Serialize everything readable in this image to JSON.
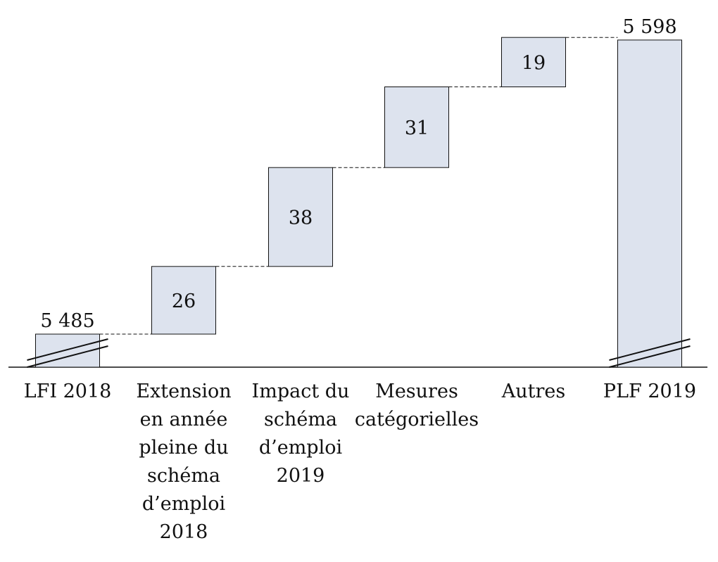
{
  "chart_data": {
    "type": "waterfall",
    "title": "",
    "categories": [
      "LFI 2018",
      "Extension en année pleine du schéma d’emploi 2018",
      "Impact du schéma d’emploi 2019",
      "Mesures catégorielles",
      "Autres",
      "PLF 2019"
    ],
    "category_lines": [
      [
        "LFI 2018"
      ],
      [
        "Extension",
        "en année",
        "pleine du",
        "schéma",
        "d’emploi",
        "2018"
      ],
      [
        "Impact du",
        "schéma",
        "d’emploi",
        "2019"
      ],
      [
        "Mesures",
        "catégorielles"
      ],
      [
        "Autres"
      ],
      [
        "PLF 2019"
      ]
    ],
    "values": [
      5485,
      26,
      38,
      31,
      19,
      5598
    ],
    "kinds": [
      "total",
      "delta",
      "delta",
      "delta",
      "delta",
      "total"
    ],
    "data_labels": [
      "5 485",
      "26",
      "38",
      "31",
      "19",
      "5 598"
    ],
    "axis_break": true,
    "fill_color": "#dde3ee",
    "stroke_color": "#111111"
  }
}
